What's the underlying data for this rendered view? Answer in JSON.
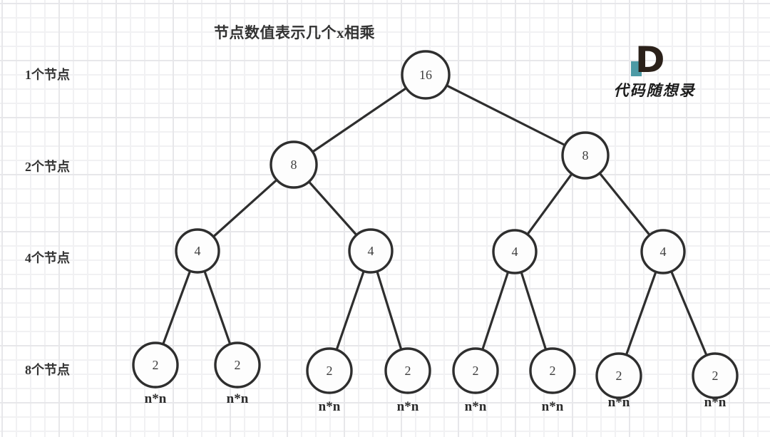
{
  "title": "节点数值表示几个x相乘",
  "row_labels": [
    "1个节点",
    "2个节点",
    "4个节点",
    "8个节点"
  ],
  "tree": {
    "description": "full binary tree of x-multiplications",
    "nodes": [
      {
        "value": "16",
        "level": 1
      },
      {
        "value": "8",
        "level": 2
      },
      {
        "value": "8",
        "level": 2
      },
      {
        "value": "4",
        "level": 3
      },
      {
        "value": "4",
        "level": 3
      },
      {
        "value": "4",
        "level": 3
      },
      {
        "value": "4",
        "level": 3
      },
      {
        "value": "2",
        "level": 4
      },
      {
        "value": "2",
        "level": 4
      },
      {
        "value": "2",
        "level": 4
      },
      {
        "value": "2",
        "level": 4
      },
      {
        "value": "2",
        "level": 4
      },
      {
        "value": "2",
        "level": 4
      },
      {
        "value": "2",
        "level": 4
      },
      {
        "value": "2",
        "level": 4
      }
    ],
    "leaf_caption": "n*n"
  },
  "logo": {
    "mark_letter": "D",
    "brand": "代码随想录",
    "accent_color": "#4d9aa5",
    "ink_color": "#2b211a"
  },
  "colors": {
    "stroke": "#2e2e2e",
    "node_fill": "#fdfdfd",
    "grid_minor": "#f1f1f3",
    "grid_major": "#e7e7ea",
    "background": "#ffffff"
  }
}
